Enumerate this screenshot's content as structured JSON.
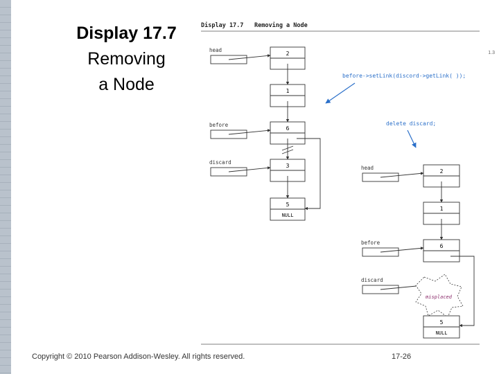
{
  "slide": {
    "title_line1": "Display 17.7",
    "title_line2": "Removing",
    "title_line3": "a Node",
    "copyright": "Copyright © 2010 Pearson Addison-Wesley. All rights reserved.",
    "page_number": "17-26",
    "corner_mark": "1.3"
  },
  "figure": {
    "display_label": "Display 17.7",
    "display_title": "Removing a Node",
    "code_set_link": "before->setLink(discord->getLink( ));",
    "code_delete": "delete discard;",
    "before_state": {
      "pointer_labels": [
        "head",
        "before",
        "discard"
      ],
      "node_values": [
        "2",
        "1",
        "6",
        "3",
        "5"
      ],
      "null_label": "NULL"
    },
    "after_state": {
      "pointer_labels": [
        "head",
        "before",
        "discard"
      ],
      "node_values": [
        "2",
        "1",
        "6",
        "5"
      ],
      "null_label": "NULL",
      "deleted_label": "misplaced"
    }
  },
  "colors": {
    "line": "#333333",
    "accent": "#2a6fc9",
    "rule": "#555555",
    "sidebar": "#b9c2cc"
  }
}
